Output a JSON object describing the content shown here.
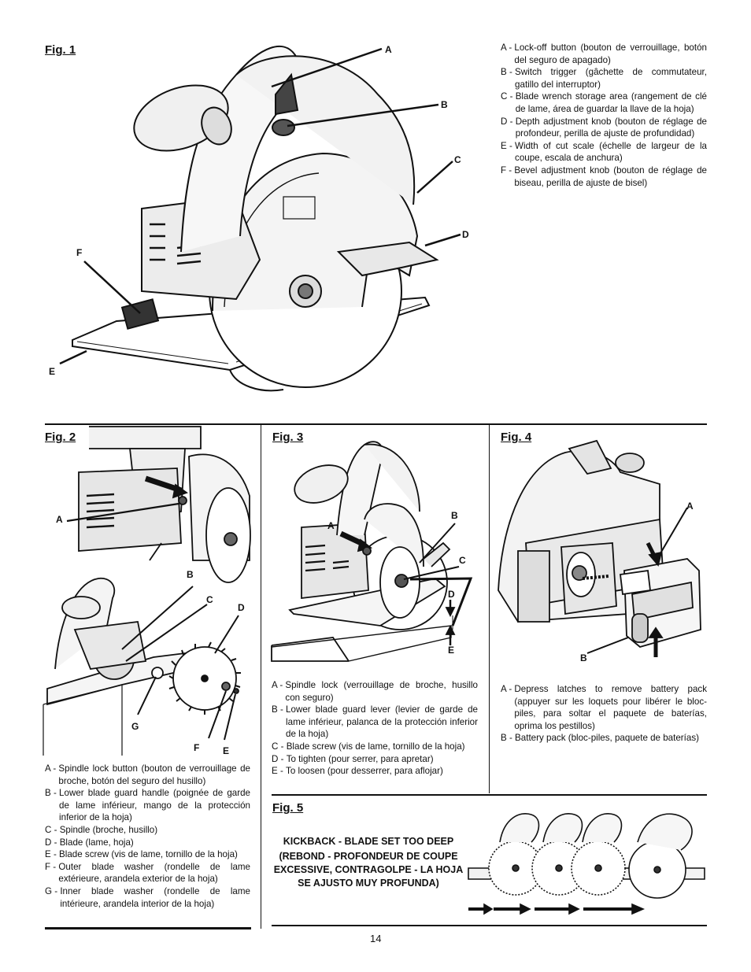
{
  "fig1": {
    "title": "Fig. 1",
    "callouts": {
      "a": "A",
      "b": "B",
      "c": "C",
      "d": "D",
      "e": "E",
      "f": "F"
    },
    "legend": [
      {
        "key": "A -",
        "text": "Lock-off button (bouton de verrouillage, botón del seguro de apagado)"
      },
      {
        "key": "B -",
        "text": "Switch trigger (gâchette de commutateur, gatillo del interruptor)"
      },
      {
        "key": "C -",
        "text": "Blade wrench storage area (rangement de clé de lame, área de guardar la llave de la hoja)"
      },
      {
        "key": "D -",
        "text": "Depth adjustment knob (bouton de réglage de profondeur, perilla de ajuste de profundidad)"
      },
      {
        "key": "E -",
        "text": "Width of cut scale (échelle de largeur de la coupe, escala de anchura)"
      },
      {
        "key": "F -",
        "text": "Bevel adjustment knob (bouton de réglage de biseau, perilla de ajuste de bisel)"
      }
    ]
  },
  "fig2": {
    "title": "Fig. 2",
    "callouts": {
      "a": "A",
      "b": "B",
      "c": "C",
      "d": "D",
      "e": "E",
      "f": "F",
      "g": "G"
    },
    "legend": [
      {
        "key": "A -",
        "text": "Spindle lock button (bouton de verrouillage de broche, botón del seguro del husillo)"
      },
      {
        "key": "B -",
        "text": "Lower blade guard handle (poignée de garde de lame inférieur, mango de la protección inferior de la hoja)"
      },
      {
        "key": "C -",
        "text": "Spindle (broche, husillo)"
      },
      {
        "key": "D -",
        "text": "Blade (lame, hoja)"
      },
      {
        "key": "E -",
        "text": "Blade screw (vis de lame, tornillo de la hoja)"
      },
      {
        "key": "F -",
        "text": "Outer blade washer (rondelle de lame extérieure, arandela exterior de la hoja)"
      },
      {
        "key": "G -",
        "text": "Inner blade washer (rondelle de lame intérieure, arandela interior de la hoja)"
      }
    ]
  },
  "fig3": {
    "title": "Fig. 3",
    "callouts": {
      "a": "A",
      "b": "B",
      "c": "C",
      "d": "D",
      "e": "E"
    },
    "legend": [
      {
        "key": "A -",
        "text": "Spindle lock (verrouillage de broche, husillo con seguro)"
      },
      {
        "key": "B -",
        "text": "Lower blade guard lever (levier de garde de lame inférieur, palanca de la protección inferior de la hoja)"
      },
      {
        "key": "C -",
        "text": "Blade screw (vis de lame, tornillo de la hoja)"
      },
      {
        "key": "D -",
        "text": "To tighten (pour serrer, para apretar)"
      },
      {
        "key": "E -",
        "text": "To loosen (pour desserrer, para aflojar)"
      }
    ]
  },
  "fig4": {
    "title": "Fig. 4",
    "callouts": {
      "a": "A",
      "b": "B"
    },
    "legend": [
      {
        "key": "A -",
        "text": "Depress latches to remove battery pack (appuyer sur les loquets pour libérer le bloc-piles, para soltar el paquete de baterías, oprima los pestillos)"
      },
      {
        "key": "B -",
        "text": "Battery pack (bloc-piles, paquete de baterías)"
      }
    ]
  },
  "fig5": {
    "title": "Fig. 5",
    "kickback_line1": "KICKBACK - BLADE SET TOO DEEP",
    "kickback_line2": "(REBOND - PROFONDEUR DE COUPE EXCESSIVE, CONTRAGOLPE - LA HOJA SE AJUSTO MUY PROFUNDA)"
  },
  "page_number": "14"
}
